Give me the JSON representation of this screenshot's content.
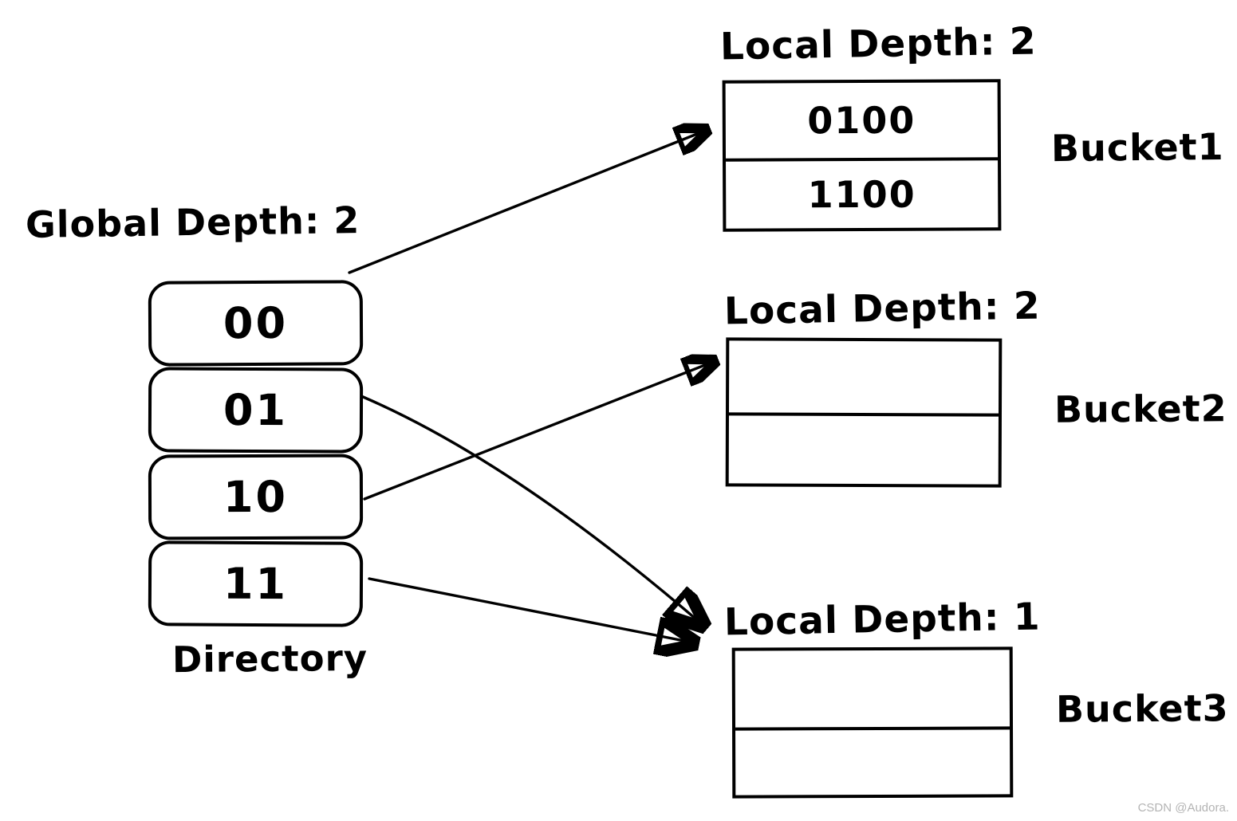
{
  "global_depth_label": "Global Depth: 2",
  "directory": {
    "label": "Directory",
    "cells": [
      {
        "label": "00",
        "points_to": "Bucket1"
      },
      {
        "label": "01",
        "points_to": "Bucket3"
      },
      {
        "label": "10",
        "points_to": "Bucket2"
      },
      {
        "label": "11",
        "points_to": "Bucket3"
      }
    ]
  },
  "buckets": [
    {
      "name": "Bucket1",
      "local_depth_label": "Local Depth: 2",
      "rows": [
        "0100",
        "1100"
      ]
    },
    {
      "name": "Bucket2",
      "local_depth_label": "Local Depth: 2",
      "rows": [
        "",
        ""
      ]
    },
    {
      "name": "Bucket3",
      "local_depth_label": "Local Depth: 1",
      "rows": [
        "",
        ""
      ]
    }
  ],
  "edges": [
    {
      "from": "00",
      "to": "Bucket1"
    },
    {
      "from": "01",
      "to": "Bucket3"
    },
    {
      "from": "10",
      "to": "Bucket2"
    },
    {
      "from": "11",
      "to": "Bucket3"
    }
  ],
  "colors": {
    "ink": "#000000",
    "background": "#ffffff",
    "watermark": "#b4b4b4"
  },
  "watermark_text": "CSDN @Audora."
}
